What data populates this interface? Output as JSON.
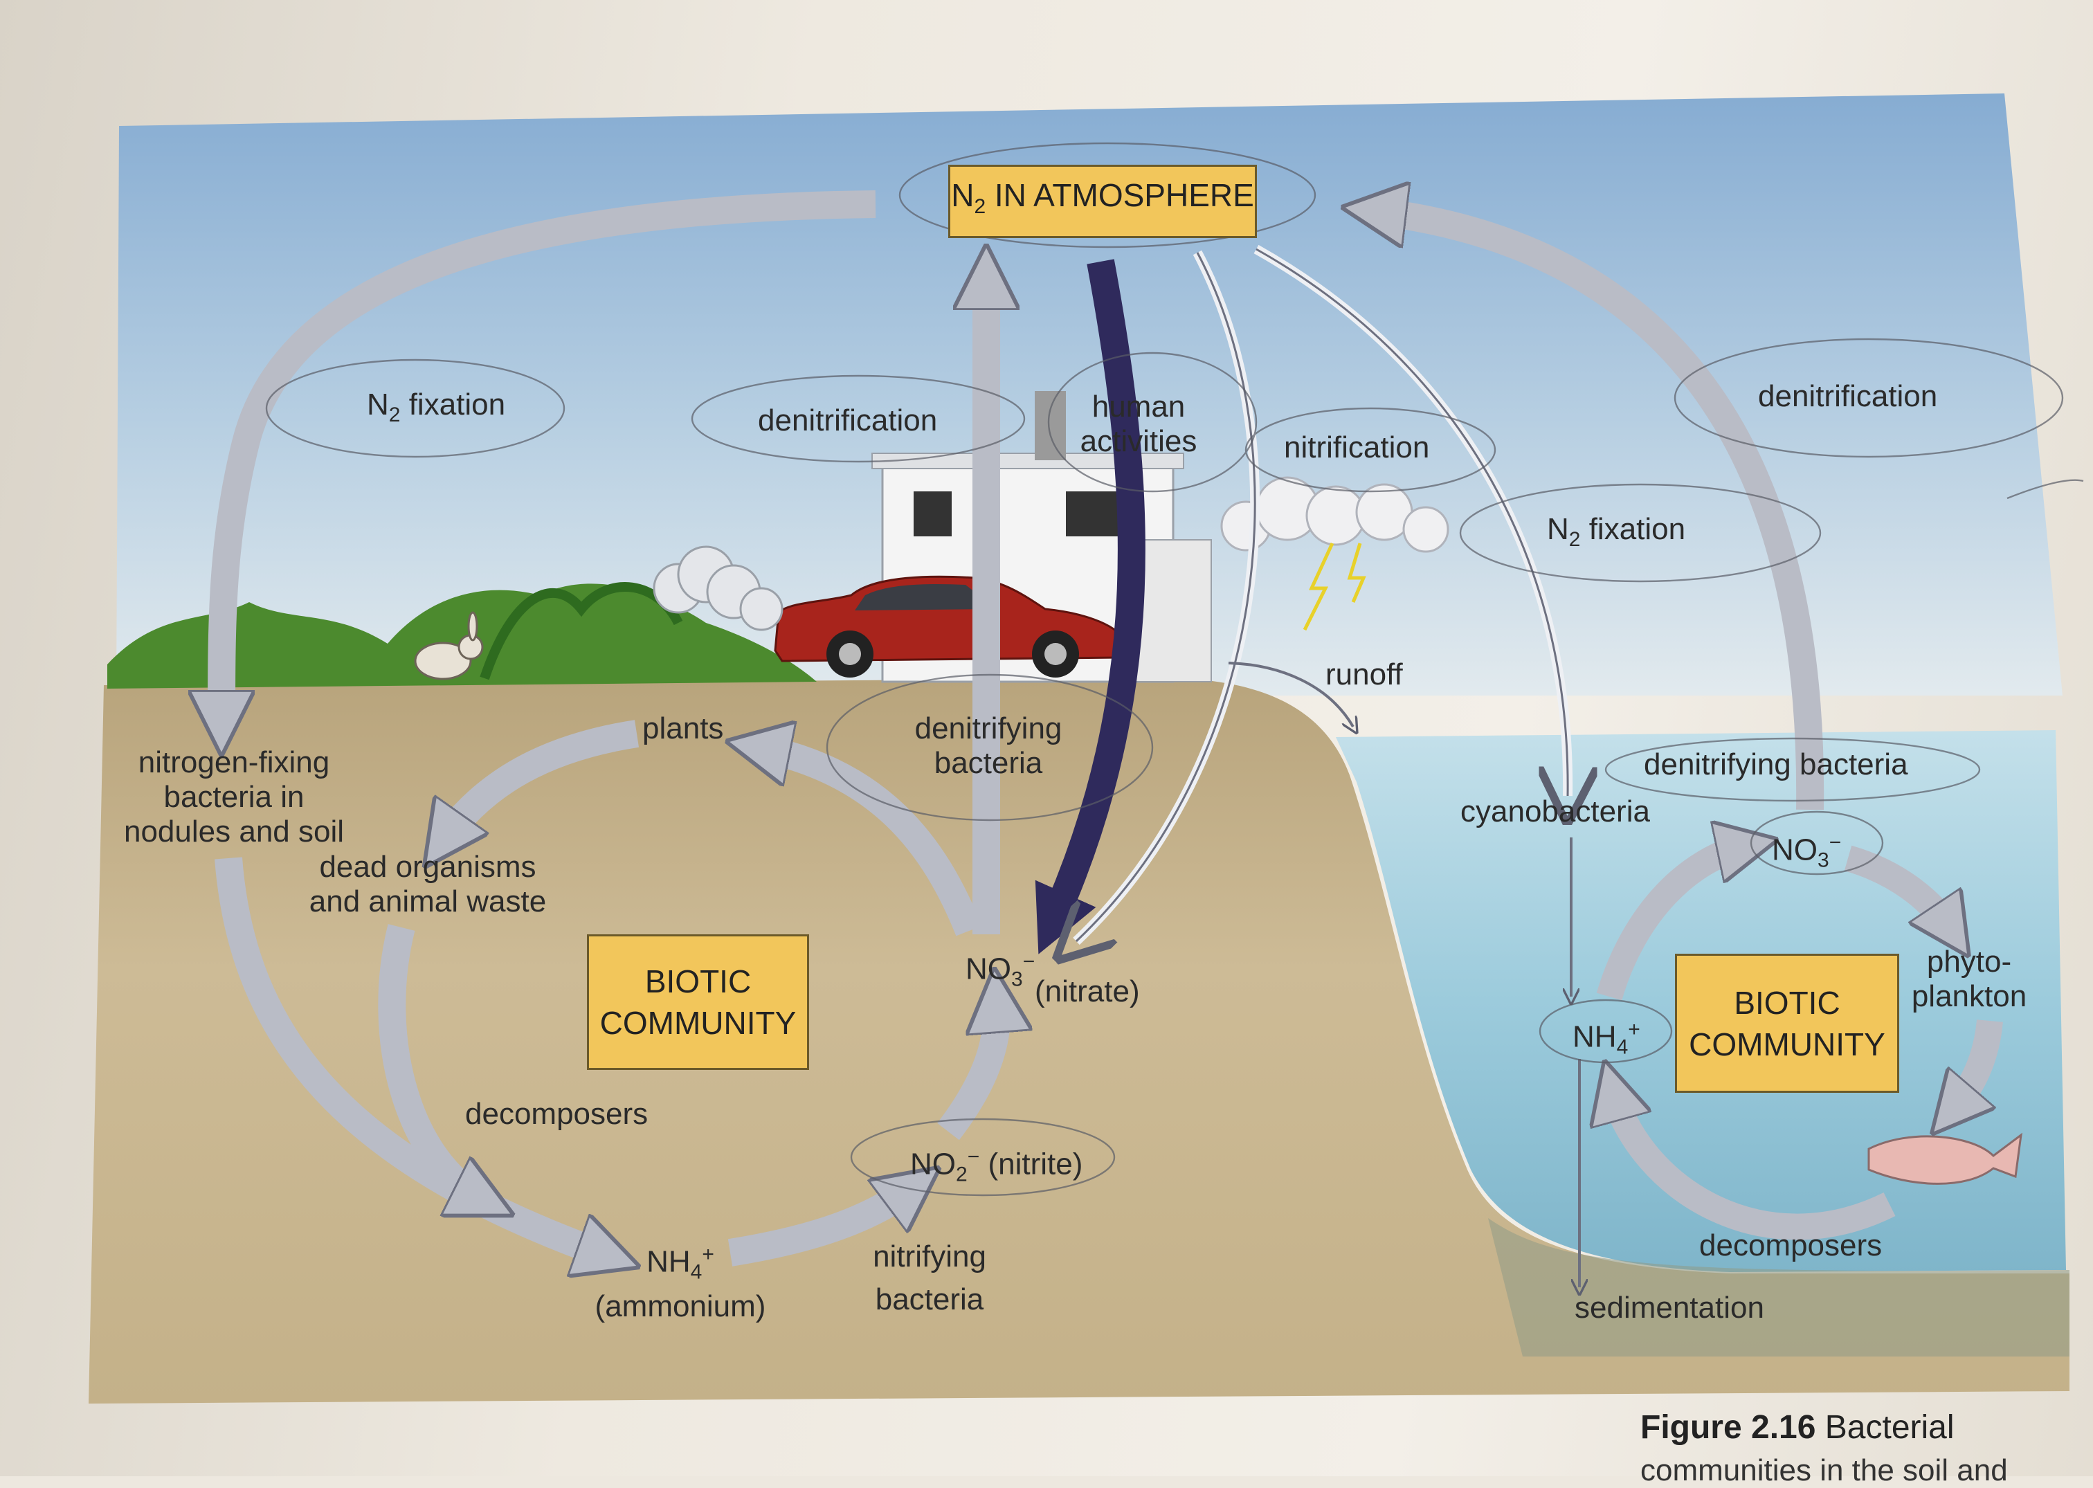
{
  "diagram": {
    "atmosphere": {
      "prefix": "N",
      "sub": "2",
      "suffix": " IN ATMOSPHERE"
    },
    "labels": {
      "n2_fixation_left": {
        "prefix": "N",
        "sub": "2",
        "suffix": " fixation"
      },
      "denitrification_left": "denitrification",
      "human_activities_1": "human",
      "human_activities_2": "activities",
      "nitrification": "nitrification",
      "n2_fixation_right": {
        "prefix": "N",
        "sub": "2",
        "suffix": " fixation"
      },
      "denitrification_right": "denitrification",
      "runoff": "runoff",
      "plants": "plants",
      "denitrifying_bacteria_1": "denitrifying",
      "denitrifying_bacteria_2": "bacteria",
      "nitrogen_fixing_1": "nitrogen-fixing",
      "nitrogen_fixing_2": "bacteria in",
      "nitrogen_fixing_3": "nodules and soil",
      "dead_organisms_1": "dead organisms",
      "dead_organisms_2": "and animal waste",
      "decomposers_left": "decomposers",
      "nitrate": {
        "prefix": "NO",
        "sub": "3",
        "sup": "−",
        "name": "(nitrate)"
      },
      "nitrite": {
        "prefix": "NO",
        "sub": "2",
        "sup": "−",
        "name": " (nitrite)"
      },
      "ammonium": {
        "prefix": "NH",
        "sub": "4",
        "sup": "+",
        "name": "(ammonium)"
      },
      "nitrifying_1": "nitrifying",
      "nitrifying_2": "bacteria",
      "cyanobacteria": "cyanobacteria",
      "denitrifying_water": "denitrifying bacteria",
      "no3_water": {
        "prefix": "NO",
        "sub": "3",
        "sup": "−"
      },
      "nh4_water": {
        "prefix": "NH",
        "sub": "4",
        "sup": "+"
      },
      "phyto_1": "phyto-",
      "phyto_2": "plankton",
      "decomposers_right": "decomposers",
      "sedimentation": "sedimentation"
    },
    "biotic_left_1": "BIOTIC",
    "biotic_left_2": "COMMUNITY",
    "biotic_right_1": "BIOTIC",
    "biotic_right_2": "COMMUNITY",
    "colors": {
      "sky_top": "#8fb4d6",
      "sky_bottom": "#dbe6ec",
      "soil": "#c9b690",
      "water": "#8fc4d8",
      "box_fill": "#f2c65b",
      "arrow_gray": "#b9bcc6",
      "arrow_dark": "#2f2a5c",
      "car_red": "#a8241c",
      "grass": "#4c8a2e"
    }
  },
  "caption": {
    "figure": "Figure 2.16",
    "text": " Bacterial",
    "line2": "communities in the soil and"
  }
}
